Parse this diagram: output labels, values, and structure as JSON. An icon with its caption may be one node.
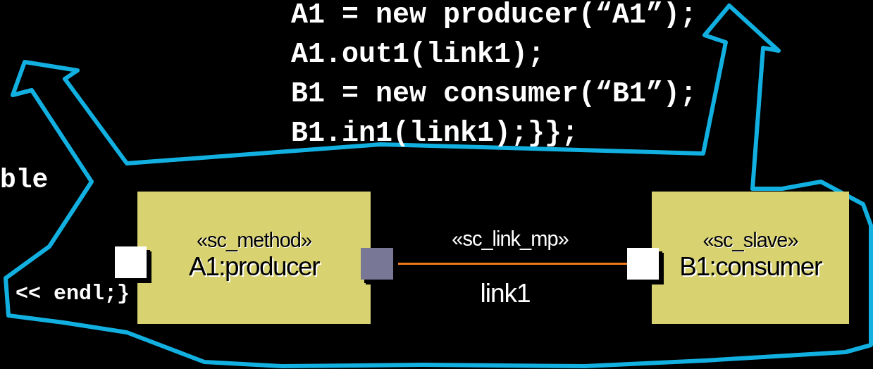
{
  "diagram": {
    "nodes": [
      {
        "text": [
          "«sc_method»",
          "A1:producer"
        ]
      },
      {
        "text": [],
        "shape": "box"
      },
      {
        "text": [],
        "shape": "box"
      },
      {
        "text": [],
        "shape": "box"
      },
      {
        "text": [
          "«sc_slave»",
          "B1:consumer"
        ]
      }
    ],
    "edges": [
      {
        "from": 2,
        "to": 3,
        "arrow": "none",
        "label": "«sc_link_mp»"
      }
    ],
    "labels": [
      "A1 = new producer(“A1”);",
      "A1.out1(link1);",
      "B1 = new consumer(“B1”);",
      "B1.in1(link1);}};",
      "ble",
      "<< endl;}",
      "link1"
    ]
  }
}
